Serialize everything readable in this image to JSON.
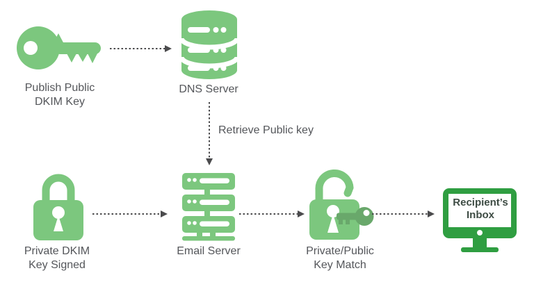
{
  "colors": {
    "background": "#FFFFFF",
    "icon-green": "#7CC77E",
    "icon-dark-green": "#2F9E41",
    "key-accent-green": "#69A86B",
    "arrow-gray": "#4B4B4D",
    "label-gray": "#54565A",
    "monitor-text": "#3E4C44"
  },
  "nodes": {
    "publish_key": {
      "label": "Publish Public\nDKIM Key",
      "icon": "key-icon"
    },
    "dns_server": {
      "label": "DNS Server",
      "icon": "database-icon"
    },
    "private_key": {
      "label": "Private DKIM\nKey Signed",
      "icon": "padlock-locked-icon"
    },
    "email_server": {
      "label": "Email Server",
      "icon": "server-stack-icon"
    },
    "key_match": {
      "label": "Private/Public\nKey Match",
      "icon": "padlock-unlocked-key-icon"
    },
    "recipient_inbox": {
      "label": "Recipient’s\nInbox",
      "icon": "monitor-icon"
    }
  },
  "edges": {
    "retrieve_public_key": {
      "label": "Retrieve Public key"
    }
  }
}
